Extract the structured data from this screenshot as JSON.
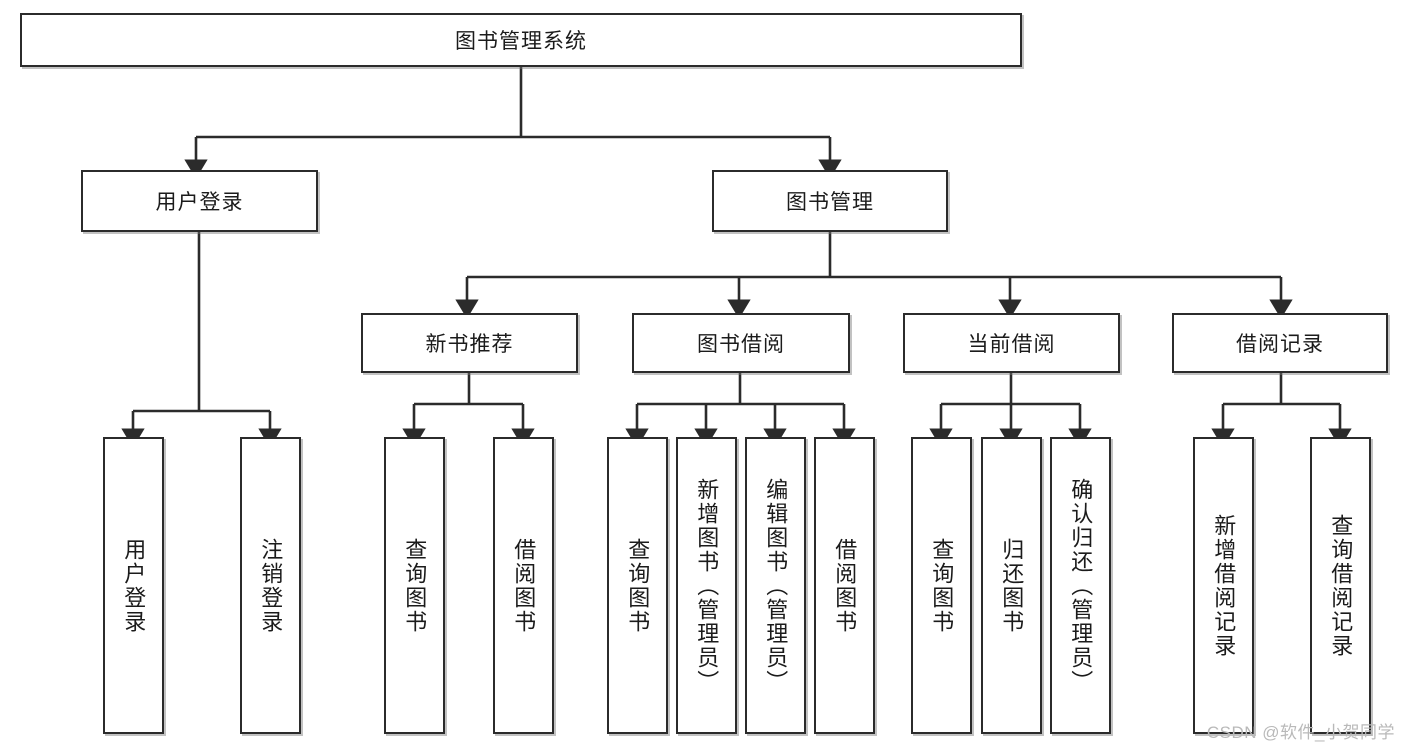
{
  "diagram": {
    "title_node": {
      "label": "图书管理系统"
    },
    "level2": [
      {
        "label": "用户登录"
      },
      {
        "label": "图书管理"
      }
    ],
    "level3": [
      {
        "label": "新书推荐"
      },
      {
        "label": "图书借阅"
      },
      {
        "label": "当前借阅"
      },
      {
        "label": "借阅记录"
      }
    ],
    "leaves": [
      {
        "label": "用户登录"
      },
      {
        "label": "注销登录"
      },
      {
        "label": "查询图书"
      },
      {
        "label": "借阅图书"
      },
      {
        "label": "查询图书"
      },
      {
        "label": "新增图书（管理员）"
      },
      {
        "label": "编辑图书（管理员）"
      },
      {
        "label": "借阅图书"
      },
      {
        "label": "查询图书"
      },
      {
        "label": "归还图书"
      },
      {
        "label": "确认归还（管理员）"
      },
      {
        "label": "新增借阅记录"
      },
      {
        "label": "查询借阅记录"
      }
    ],
    "watermark": "CSDN @软件_小贺同学",
    "colors": {
      "stroke": "#2b2b2b",
      "background": "#ffffff",
      "text": "#1b1b1b",
      "watermark": "#b9b9b9"
    }
  }
}
